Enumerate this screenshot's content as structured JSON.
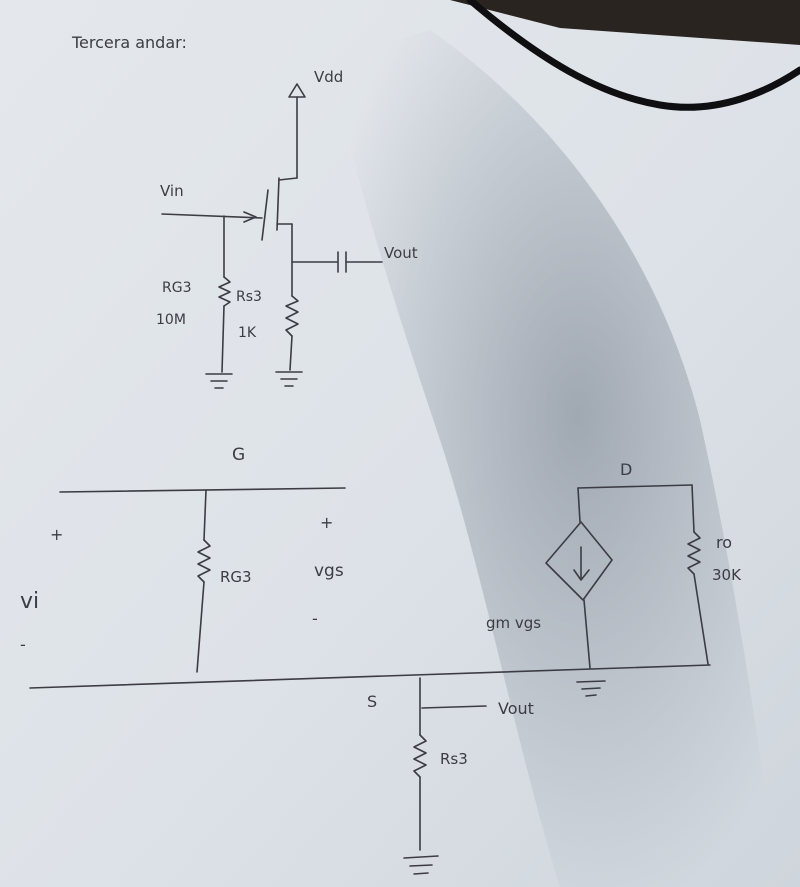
{
  "page": {
    "heading": "Tercera andar:"
  },
  "schematic": {
    "supply": "Vdd",
    "input": "Vin",
    "output": "Vout",
    "gate_resistor": {
      "name": "RG3",
      "value": "10M"
    },
    "source_resistor": {
      "name": "Rs3",
      "value": "1K"
    }
  },
  "small_signal": {
    "gate_node": "G",
    "drain_node": "D",
    "source_node": "S",
    "input_voltage": "vi",
    "plus_sign": "+",
    "minus_sign": "-",
    "vgs_label": "vgs",
    "gate_resistor": "RG3",
    "current_source": "gm vgs",
    "output_resistance": {
      "name": "ro",
      "value": "30K"
    },
    "output": "Vout",
    "source_resistor": "Rs3"
  },
  "colors": {
    "ink": "#3c3c44",
    "paper_light": "#ecf0f4",
    "paper_shadow": "#a9b1bb",
    "table": "#2a2420"
  }
}
